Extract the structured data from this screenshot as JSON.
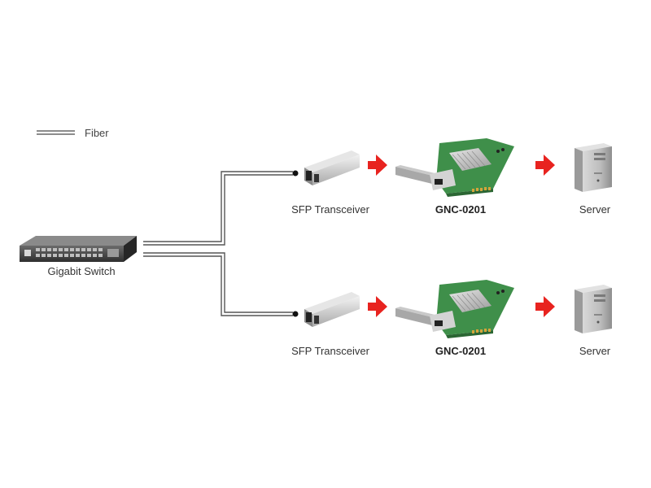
{
  "legend": {
    "fiber_label": "Fiber"
  },
  "switch": {
    "label": "Gigabit Switch"
  },
  "branches": [
    {
      "transceiver_label": "SFP Transceiver",
      "card_label": "GNC-0201",
      "server_label": "Server"
    },
    {
      "transceiver_label": "SFP Transceiver",
      "card_label": "GNC-0201",
      "server_label": "Server"
    }
  ],
  "colors": {
    "arrow": "#e8231f",
    "fiber": "#555555",
    "pcb": "#3f8f4a",
    "bracket": "#c9c9c9",
    "server": "#b8b8b8",
    "switch": "#3d3d3d"
  }
}
